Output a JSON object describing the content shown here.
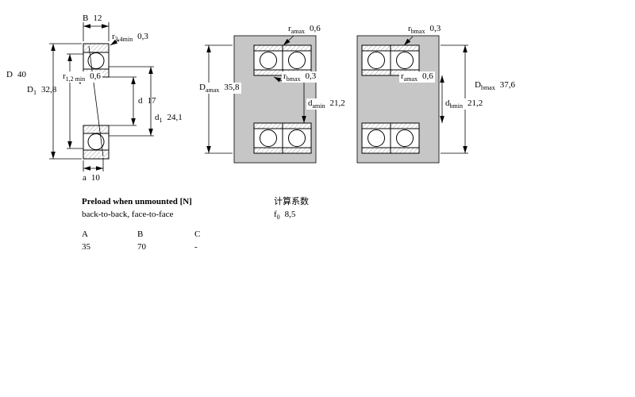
{
  "views": {
    "single": {
      "B": {
        "main": "B",
        "value": "12"
      },
      "r34": {
        "main": "r",
        "sub": "3,4min",
        "value": "0,3"
      },
      "D": {
        "main": "D",
        "value": "40"
      },
      "D1": {
        "main": "D",
        "sub": "1",
        "value": "32,8"
      },
      "r12": {
        "main": "r",
        "sub": "1,2 min",
        "value": "0,6"
      },
      "d": {
        "main": "d",
        "value": "17"
      },
      "d1": {
        "main": "d",
        "sub": "1",
        "value": "24,1"
      },
      "a": {
        "main": "a",
        "value": "10"
      }
    },
    "pair_left": {
      "ramax": {
        "main": "r",
        "sub": "amax",
        "value": "0,6"
      },
      "Damax": {
        "main": "D",
        "sub": "amax",
        "value": "35,8"
      },
      "rbmax": {
        "main": "r",
        "sub": "bmax",
        "value": "0,3"
      },
      "damin": {
        "main": "d",
        "sub": "amin",
        "value": "21,2"
      }
    },
    "pair_right": {
      "rbmax": {
        "main": "r",
        "sub": "bmax",
        "value": "0,3"
      },
      "ramax": {
        "main": "r",
        "sub": "amax",
        "value": "0,6"
      },
      "Dbmax": {
        "main": "D",
        "sub": "bmax",
        "value": "37,6"
      },
      "dbmin": {
        "main": "d",
        "sub": "bmin",
        "value": "21,2"
      }
    }
  },
  "preload": {
    "title": "Preload when unmounted [N]",
    "subtitle": "back-to-back, face-to-face",
    "col_a": "A",
    "col_b": "B",
    "col_c": "C",
    "val_a": "35",
    "val_b": "70",
    "val_c": "-"
  },
  "factors": {
    "title": "计算系数",
    "f0": {
      "main": "f",
      "sub": "0",
      "value": "8,5"
    }
  },
  "colors": {
    "section_gray": "#c6c6c6",
    "line_black": "#000000"
  }
}
